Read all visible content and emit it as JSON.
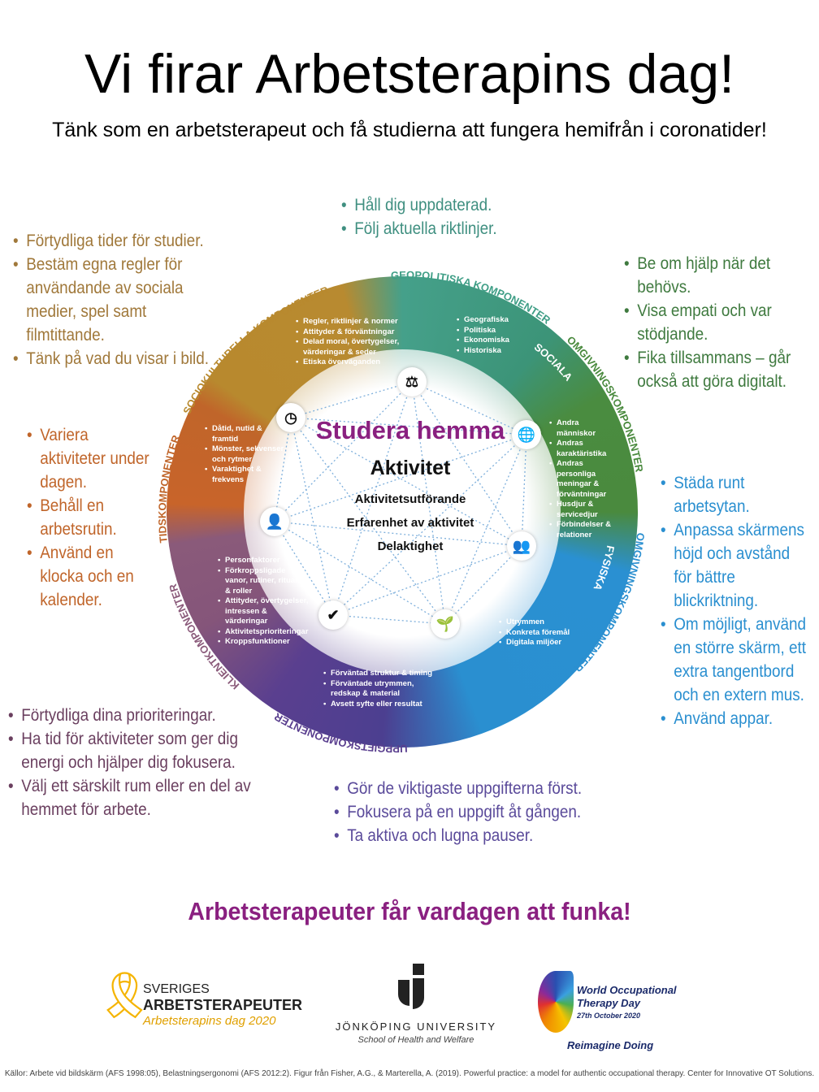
{
  "title": "Vi firar Arbetsterapins dag!",
  "subtitle": "Tänk som en arbetsterapeut och få studierna att fungera hemifrån i coronatider!",
  "tips": {
    "top": [
      "Håll dig uppdaterad.",
      "Följ aktuella riktlinjer."
    ],
    "top_left": [
      "Förtydliga tider för studier.",
      "Bestäm egna regler för användande av sociala medier, spel samt filmtittande.",
      "Tänk på vad du visar i bild."
    ],
    "top_right": [
      "Be om hjälp när det behövs.",
      "Visa empati och var stödjande.",
      "Fika tillsammans – går också att göra digitalt."
    ],
    "left": [
      "Variera aktiviteter under dagen.",
      "Behåll en arbetsrutin.",
      "Använd en klocka och en kalender."
    ],
    "right": [
      "Städa runt arbetsytan.",
      "Anpassa skärmens höjd och avstånd för bättre blickriktning.",
      "Om möjligt, använd en större skärm, ett extra tangentbord och en extern mus.",
      "Använd appar."
    ],
    "bottom_left": [
      "Förtydliga dina prioriteringar.",
      "Ha tid för aktiviteter som ger dig energi och hjälper dig fokusera.",
      "Välj ett särskilt rum eller en del av hemmet för arbete."
    ],
    "bottom": [
      "Gör de viktigaste uppgifterna först.",
      "Fokusera på en uppgift åt gången.",
      "Ta aktiva och lugna pauser."
    ]
  },
  "diagram": {
    "center_title": "Studera hemma",
    "activity": "Aktivitet",
    "performance": "Aktivitetsutförande",
    "experience": "Erfarenhet av aktivitet",
    "participation": "Delaktighet",
    "labels": {
      "socio": "SOCIOKULTURELLA KOMPONENTER",
      "geo": "GEOPOLITISKA KOMPONENTER",
      "env_social": "OMGIVNINGSKOMPONENTER",
      "social": "SOCIALA",
      "env_physical": "OMGIVNINGSKOMPONENTER",
      "physical": "FYSISKA",
      "task": "UPPGIFTSKOMPONENTER",
      "client": "KLIENTKOMPONENTER",
      "time": "TIDSKOMPONENTER"
    },
    "segments": {
      "socio": [
        "Regler, riktlinjer & normer",
        "Attityder & förväntningar",
        "Delad moral, övertygelser, värderingar & seder",
        "Etiska överväganden"
      ],
      "geo": [
        "Geografiska",
        "Politiska",
        "Ekonomiska",
        "Historiska"
      ],
      "social": [
        "Andra människor",
        "Andras karaktäristika",
        "Andras personliga meningar & förväntningar",
        "Husdjur & servicedjur",
        "Förbindelser & relationer"
      ],
      "physical": [
        "Utrymmen",
        "Konkreta föremål",
        "Digitala miljöer"
      ],
      "task": [
        "Förväntad struktur & timing",
        "Förväntade utrymmen, redskap & material",
        "Avsett syfte eller resultat"
      ],
      "client": [
        "Personfaktorer",
        "Förkroppsligade vanor, rutiner, ritualer & roller",
        "Attityder, övertygelser, intressen & värderingar",
        "Aktivitetsprioriteringar",
        "Kroppsfunktioner"
      ],
      "time": [
        "Dåtid, nutid & framtid",
        "Mönster, sekvenser och rytmer",
        "Varaktighet & frekvens"
      ]
    },
    "icons": [
      "scale-icon",
      "clock-icon",
      "globe-icon",
      "person-icon",
      "group-icon",
      "check-icon",
      "sprout-icon"
    ]
  },
  "tagline": "Arbetsterapeuter får vardagen att funka!",
  "logos": {
    "sa_line1": "SVERIGES",
    "sa_line2": "ARBETSTERAPEUTER",
    "sa_line3": "Arbetsterapins dag 2020",
    "ju_name": "JÖNKÖPING UNIVERSITY",
    "ju_school": "School of Health and Welfare",
    "wotd_line1": "World Occupational",
    "wotd_line2": "Therapy Day",
    "wotd_date": "27th October 2020",
    "wotd_slogan": "Reimagine Doing"
  },
  "footer": "Källor: Arbete vid bildskärm (AFS 1998:05), Belastningsergonomi (AFS 2012:2). Figur från Fisher, A.G., & Marterella, A. (2019). Powerful practice: a model for authentic occupational therapy. Center for Innovative OT Solutions.",
  "colors": {
    "gold": "#a0783a",
    "teal": "#3f8f80",
    "green": "#3f7a3f",
    "blue": "#2a8fd0",
    "purple": "#5a4a9a",
    "mauve": "#6a3f5f",
    "orange": "#c0652a",
    "tagline": "#8a2080"
  }
}
